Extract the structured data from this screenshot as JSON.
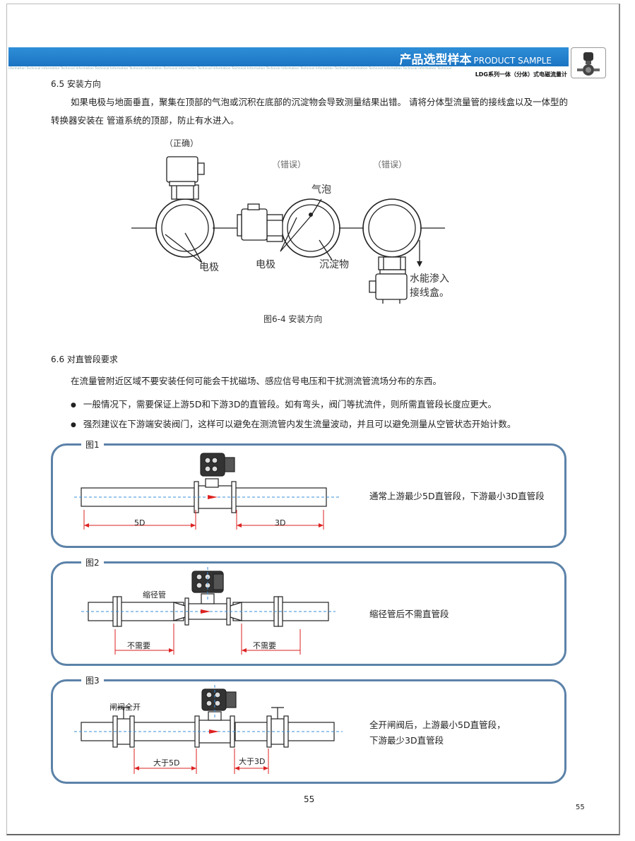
{
  "header": {
    "title_cn": "产品选型样本",
    "title_en": "PRODUCT SAMPLE",
    "strip_text": "nformation Technical Information Technical Information Technical Information Technical Information Technical Information Technical Information Technical Information Technical Information Technical Information Technical Information Technical Information Technical Information Technical",
    "subtitle": "LDG系列一体（分体）式电磁流量计"
  },
  "section_65": {
    "heading": "6.5 安装方向",
    "paragraph": "如果电极与地面垂直，聚集在顶部的气泡或沉积在底部的沉淀物会导致测量结果出错。 请将分体型流量管的接线盒以及一体型的转换器安装在 管道系统的顶部，防止有水进入。",
    "figure": {
      "label_correct": "（正确）",
      "label_wrong1": "（错误）",
      "label_wrong2": "（错误）",
      "bubble": "气泡",
      "electrode1": "电极",
      "electrode2": "电极",
      "sediment": "沉淀物",
      "water_line1": "水能渗入",
      "water_line2": "接线盒。",
      "caption": "图6-4 安装方向"
    }
  },
  "section_66": {
    "heading": "6.6 对直管段要求",
    "intro": "在流量管附近区域不要安装任何可能会干扰磁场、感应信号电压和干扰测流管流场分布的东西。",
    "bullets": [
      "一般情况下，需要保证上游5D和下游3D的直管段。如有弯头，阀门等扰流件，则所需直管段长度应更大。",
      "强烈建议在下游端安装阀门，这样可以避免在测流管内发生流量波动，并且可以避免测量从空管状态开始计数。"
    ],
    "fig1": {
      "title": "图1",
      "left_dim": "5D",
      "right_dim": "3D",
      "note": "通常上游最少5D直管段，下游最小3D直管段"
    },
    "fig2": {
      "title": "图2",
      "reducer": "缩径管",
      "left_dim": "不需要",
      "right_dim": "不需要",
      "note": "缩径管后不需直管段"
    },
    "fig3": {
      "title": "图3",
      "valve": "闸阀全开",
      "left_dim": "大于5D",
      "right_dim": "大于3D",
      "note_line1": "全开闸阀后，上游最小5D直管段，",
      "note_line2": "下游最少3D直管段"
    }
  },
  "footer": {
    "page_number": "55",
    "corner_number": "55"
  }
}
